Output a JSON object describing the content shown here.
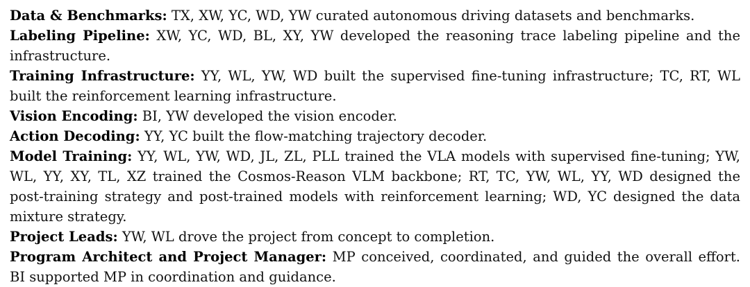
{
  "colors": {
    "background": "#ffffff",
    "text": "#111111",
    "label_text": "#000000"
  },
  "document": {
    "kind": "paper-contributions-section",
    "entries": [
      {
        "label": "Data & Benchmarks:",
        "text": "TX, XW, YC, WD, YW curated autonomous driving datasets and benchmarks."
      },
      {
        "label": "Labeling Pipeline:",
        "text": "XW, YC, WD, BL, XY, YW developed the reasoning trace labeling pipeline and the infrastructure."
      },
      {
        "label": "Training Infrastructure:",
        "text": "YY, WL, YW, WD built the supervised fine-tuning infrastructure; TC, RT, WL built the reinforcement learning infrastructure."
      },
      {
        "label": "Vision Encoding:",
        "text": "BI, YW developed the vision encoder."
      },
      {
        "label": "Action Decoding:",
        "text": "YY, YC built the flow-matching trajectory decoder."
      },
      {
        "label": "Model Training:",
        "text": "YY, WL, YW, WD, JL, ZL, PLL trained the VLA models with supervised fine-tuning; YW, WL, YY, XY, TL, XZ trained the Cosmos-Reason VLM backbone; RT, TC, YW, WL, YY, WD designed the post-training strategy and post-trained models with reinforcement learning; WD, YC designed the data mixture strategy."
      },
      {
        "label": "Project Leads:",
        "text": "YW, WL drove the project from concept to completion."
      },
      {
        "label": "Program Architect and Project Manager:",
        "text": "MP conceived, coordinated, and guided the overall effort.  BI supported MP in coordination and guidance."
      }
    ]
  }
}
